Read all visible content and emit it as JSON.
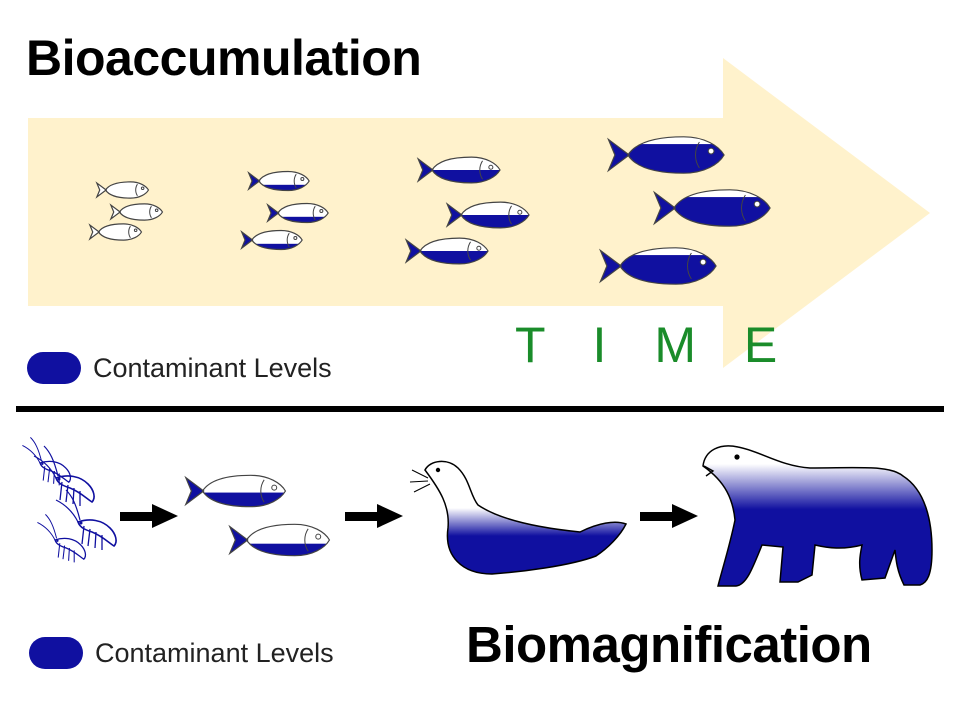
{
  "titles": {
    "top": "Bioaccumulation",
    "bottom": "Biomagnification"
  },
  "time_label": "T I M E",
  "legends": {
    "top": {
      "label": "Contaminant Levels",
      "swatch_color": "#1010a0"
    },
    "bottom": {
      "label": "Contaminant Levels",
      "swatch_color": "#1010a0"
    }
  },
  "colors": {
    "arrow_fill": "#fff2cc",
    "contaminant": "#1010a0",
    "time_text": "#1a8c2a",
    "divider": "#000000"
  },
  "bioaccumulation_stages": [
    {
      "stage": 1,
      "fish_count": 3,
      "contaminant_fraction": 0.0
    },
    {
      "stage": 2,
      "fish_count": 3,
      "contaminant_fraction": 0.3
    },
    {
      "stage": 3,
      "fish_count": 3,
      "contaminant_fraction": 0.5
    },
    {
      "stage": 4,
      "fish_count": 3,
      "contaminant_fraction": 0.8
    }
  ],
  "food_chain": [
    {
      "organism": "zooplankton-icon",
      "contaminant_fraction": 1.0
    },
    {
      "organism": "fish-icon",
      "contaminant_fraction": 0.45
    },
    {
      "organism": "seal-icon",
      "contaminant_fraction": 0.65
    },
    {
      "organism": "polar-bear-icon",
      "contaminant_fraction": 0.85
    }
  ]
}
